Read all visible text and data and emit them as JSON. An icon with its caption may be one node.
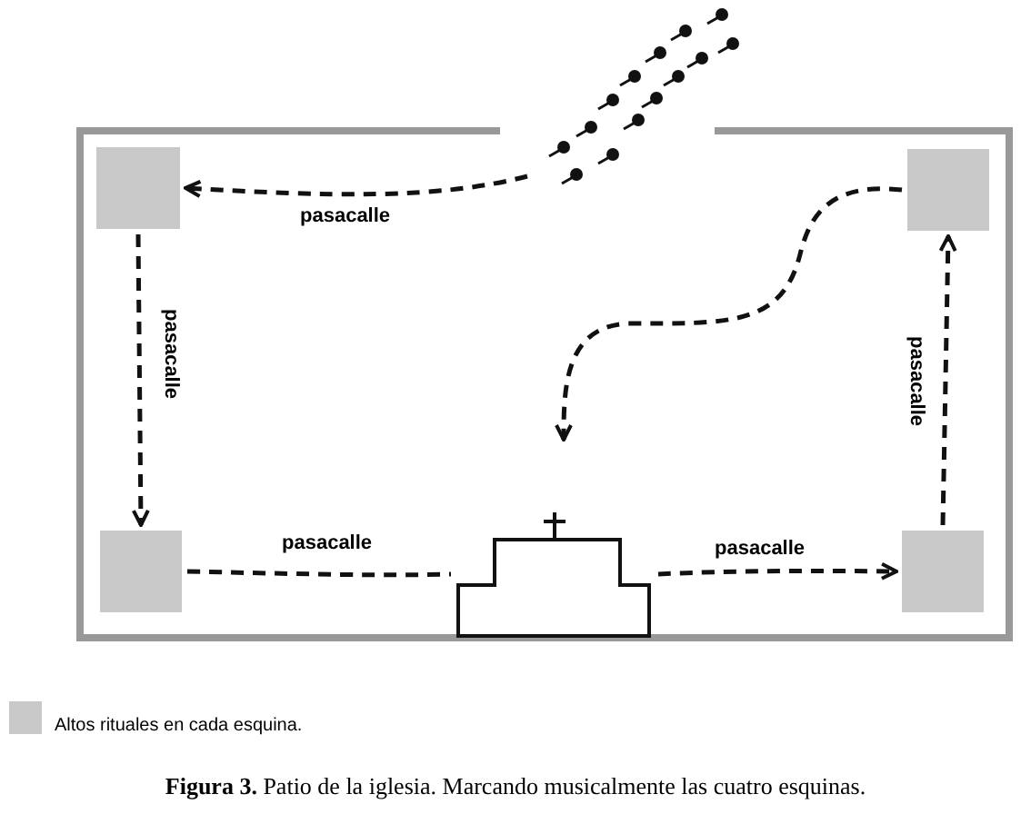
{
  "diagram": {
    "caption": "**Figura 3.** Patio de la iglesia. Marcando musicalmente las cuatro esquinas.",
    "nodes": [
      {
        "text": [],
        "shape": "box"
      },
      {
        "text": [],
        "shape": "box"
      },
      {
        "text": [],
        "shape": "box"
      },
      {
        "text": [],
        "shape": "box"
      },
      {
        "text": [],
        "shape": "box"
      }
    ],
    "edges": [
      {
        "from": null,
        "to": 0,
        "arrow": "to",
        "label": "pasacalle",
        "style": "dashed"
      },
      {
        "from": 0,
        "to": 3,
        "arrow": "to",
        "label": "pasacalle",
        "style": "dashed"
      },
      {
        "from": 3,
        "to": 2,
        "arrow": "none",
        "label": "pasacalle",
        "style": "dashed"
      },
      {
        "from": 2,
        "to": 4,
        "arrow": "to",
        "label": "pasacalle",
        "style": "dashed"
      },
      {
        "from": 4,
        "to": 1,
        "arrow": "to",
        "label": "pasacalle",
        "style": "dashed"
      },
      {
        "from": 1,
        "to": null,
        "arrow": "to",
        "style": "dashed"
      }
    ],
    "legend": [
      {
        "text": "Altos rituales en cada esquina.",
        "color": "#c8c8c8"
      }
    ]
  }
}
